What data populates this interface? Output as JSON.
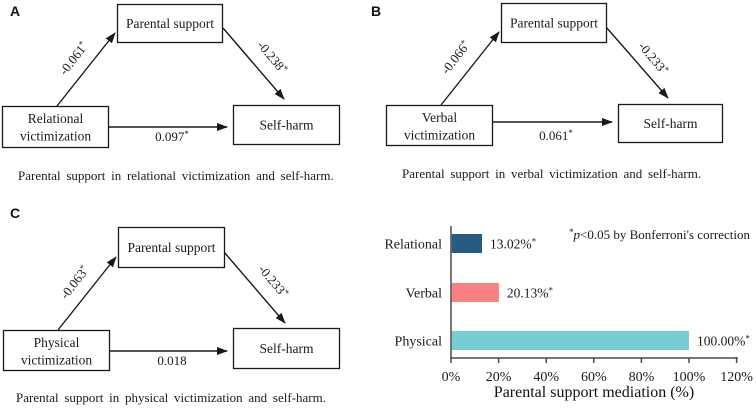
{
  "panels": [
    {
      "label": "A",
      "mediator": "Parental support",
      "predictor": [
        "Relational",
        "victimization"
      ],
      "outcome": "Self-harm",
      "path_a": {
        "value": "-0.061",
        "star": "*"
      },
      "path_b": {
        "value": "-0.238",
        "star": "*"
      },
      "path_c": {
        "value": "0.097",
        "star": "*"
      },
      "caption": "Parental support in relational victimization and self-harm."
    },
    {
      "label": "B",
      "mediator": "Parental support",
      "predictor": [
        "Verbal",
        "victimization"
      ],
      "outcome": "Self-harm",
      "path_a": {
        "value": "-0.066",
        "star": "*"
      },
      "path_b": {
        "value": "-0.233",
        "star": "*"
      },
      "path_c": {
        "value": "0.061",
        "star": "*"
      },
      "caption": "Parental support in verbal victimization and self-harm."
    },
    {
      "label": "C",
      "mediator": "Parental support",
      "predictor": [
        "Physical",
        "victimization"
      ],
      "outcome": "Self-harm",
      "path_a": {
        "value": "-0.063",
        "star": "*"
      },
      "path_b": {
        "value": "-0.233",
        "star": "*"
      },
      "path_c": {
        "value": "0.018",
        "star": ""
      },
      "caption": "Parental support in physical victimization and self-harm."
    }
  ],
  "chart_data": {
    "type": "bar",
    "orientation": "horizontal",
    "title": "",
    "categories": [
      "Relational",
      "Verbal",
      "Physical"
    ],
    "values": [
      13.02,
      20.13,
      100.0
    ],
    "value_labels": [
      "13.02%",
      "20.13%",
      "100.00%"
    ],
    "value_label_star": "*",
    "bar_colors": [
      "#265b84",
      "#f98080",
      "#76ced3"
    ],
    "xlabel": "Parental support mediation (%)",
    "xlim": [
      0,
      120
    ],
    "xticks": [
      0,
      20,
      40,
      60,
      80,
      100,
      120
    ],
    "xtick_labels": [
      "0%",
      "20%",
      "40%",
      "60%",
      "80%",
      "100%",
      "120%"
    ],
    "grid": "off",
    "annotation": {
      "star": "*",
      "p": "p",
      "rest": "<0.05 by Bonferroni's correction"
    },
    "axis_color": "#4a4a4a"
  }
}
